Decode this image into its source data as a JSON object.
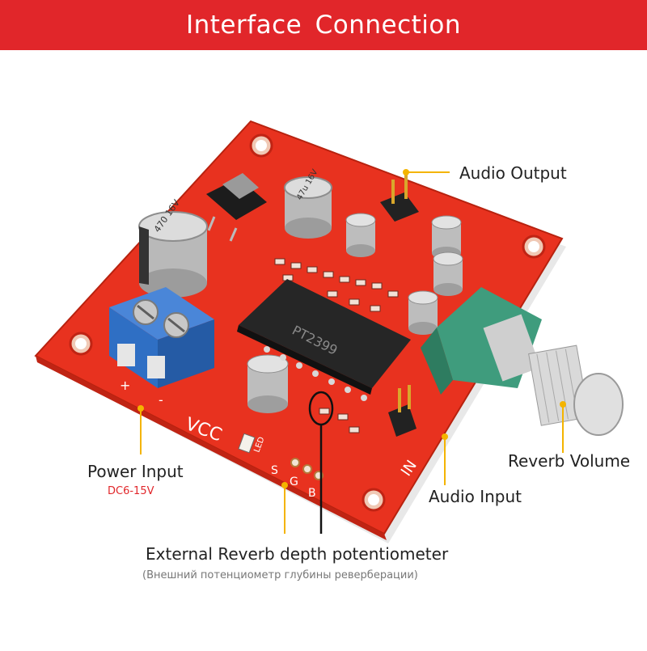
{
  "banner": {
    "title": "Interface  Connection"
  },
  "labels": {
    "audio_output": "Audio Output",
    "power_input": "Power Input",
    "power_spec": "DC6-15V",
    "reverb_volume": "Reverb Volume",
    "audio_input": "Audio Input",
    "external_pot": "External Reverb depth potentiometer",
    "external_pot_ru": "(Внешний потенциометр глубины реверберации)"
  },
  "board_text": {
    "vcc": "VCC",
    "in": "IN",
    "chip": "PT2399",
    "cap_big": "470 16V",
    "cap_top": "47u 16V",
    "led": "LED",
    "pin_s": "S",
    "pin_g": "G",
    "pin_b": "B",
    "plus": "+",
    "minus": "-"
  },
  "colors": {
    "banner": "#e1262a",
    "board": "#e8321f",
    "terminal": "#2f6fc4",
    "potentiometer": "#3f9c7d",
    "accent": "#f4b400",
    "callout_dark": "#111111",
    "spec_text": "#e1262a",
    "ru_text": "#777777"
  }
}
